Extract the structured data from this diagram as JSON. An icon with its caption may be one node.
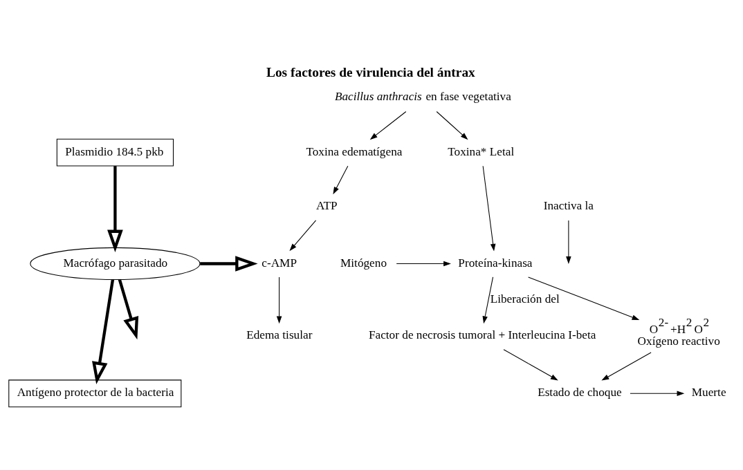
{
  "diagram": {
    "title": "Los factores de virulencia del ántrax",
    "nodes": [
      {
        "text": [
          "*Bacillus anthracis* en fase vegetativa"
        ]
      },
      {
        "text": [
          "Toxina edematígena"
        ]
      },
      {
        "text": [
          "Toxina* Letal"
        ]
      },
      {
        "text": [
          "Plasmidio 184.5 pkb"
        ]
      },
      {
        "text": [
          "ATP"
        ]
      },
      {
        "text": [
          "Inactiva la"
        ]
      },
      {
        "text": [
          "Mitógeno"
        ]
      },
      {
        "text": [
          "Proteína-kinasa"
        ]
      },
      {
        "text": [
          "Macrófago parasitado"
        ]
      },
      {
        "text": [
          "c-AMP"
        ]
      },
      {
        "text": [
          "Factor de necrosis tumoral + Interleucina I-beta"
        ]
      },
      {
        "text": [
          "O$^{2-}$ +H$^{2}$ O$^{2}$",
          "Oxígeno reactivo"
        ]
      },
      {
        "text": [
          "Edema tisular"
        ]
      },
      {
        "text": [
          "Antígeno protector de la bacteria"
        ]
      },
      {
        "text": [
          "Muerte"
        ]
      },
      {
        "text": [
          "Estado de choque"
        ]
      }
    ],
    "edges": [
      {
        "from": 0,
        "to": 1,
        "arrow": "to"
      },
      {
        "from": 0,
        "to": 2,
        "arrow": "to"
      },
      {
        "from": 3,
        "to": 8,
        "arrow": "to",
        "style": "thick"
      },
      {
        "from": 1,
        "to": 4,
        "arrow": "to"
      },
      {
        "from": 2,
        "to": 7,
        "arrow": "to"
      },
      {
        "from": 5,
        "to": null,
        "arrow": "to"
      },
      {
        "from": 4,
        "to": 9,
        "arrow": "to"
      },
      {
        "from": 6,
        "to": 7,
        "arrow": "to"
      },
      {
        "from": 8,
        "to": 9,
        "arrow": "to",
        "style": "thick"
      },
      {
        "from": 8,
        "to": null,
        "arrow": "to",
        "style": "thick"
      },
      {
        "from": 7,
        "to": 10,
        "label": "Liberación del",
        "arrow": "to"
      },
      {
        "from": 7,
        "to": 11,
        "arrow": "to"
      },
      {
        "from": 9,
        "to": 12,
        "arrow": "to"
      },
      {
        "from": 8,
        "to": 13,
        "arrow": "to",
        "style": "thick"
      },
      {
        "from": 11,
        "to": 15,
        "arrow": "to"
      },
      {
        "from": 10,
        "to": 15,
        "arrow": "to"
      },
      {
        "from": 15,
        "to": 14,
        "arrow": "to"
      }
    ]
  }
}
